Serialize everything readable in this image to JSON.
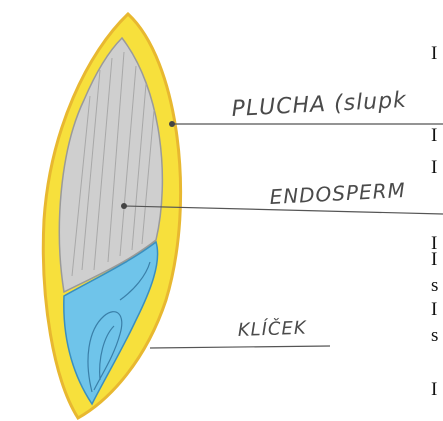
{
  "labels": {
    "plucha": "PLUCHA (slupk",
    "endosperm": "ENDOSPERM",
    "klicek": "KLÍČEK"
  },
  "edge_text": [
    "I",
    "I",
    "I",
    "I",
    "I",
    "s",
    "I",
    "s",
    "I"
  ],
  "colors": {
    "hull_yellow": "#f7e03c",
    "hull_edge": "#e8b830",
    "endosperm_grey": "#c9c9c9",
    "embryo_blue": "#6fc4ea",
    "pointer_line": "#555555"
  }
}
